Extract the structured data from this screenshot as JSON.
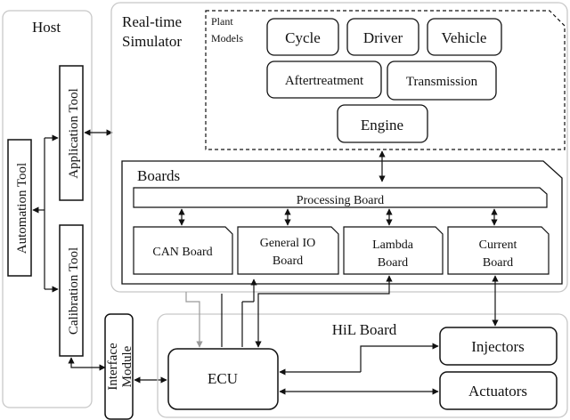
{
  "host": {
    "title": "Host",
    "automation_tool": "Automation Tool",
    "application_tool": "Application Tool",
    "calibration_tool": "Calibration Tool"
  },
  "simulator": {
    "title_line1": "Real-time",
    "title_line2": "Simulator",
    "plant_models": {
      "label_line1": "Plant",
      "label_line2": "Models",
      "cycle": "Cycle",
      "driver": "Driver",
      "vehicle": "Vehicle",
      "aftertreatment": "Aftertreatment",
      "transmission": "Transmission",
      "engine": "Engine"
    },
    "boards": {
      "title": "Boards",
      "processing_board": "Processing Board",
      "can_board": "CAN Board",
      "general_io_line1": "General IO",
      "general_io_line2": "Board",
      "lambda_line1": "Lambda",
      "lambda_line2": "Board",
      "current_line1": "Current",
      "current_line2": "Board"
    }
  },
  "interface_module": {
    "line1": "Interface",
    "line2": "Module"
  },
  "hil_board": {
    "title": "HiL Board",
    "ecu": "ECU",
    "injectors": "Injectors",
    "actuators": "Actuators"
  },
  "colors": {
    "line": "#111111",
    "container_border": "#c8c8c8",
    "gray_arrow": "#999999"
  }
}
